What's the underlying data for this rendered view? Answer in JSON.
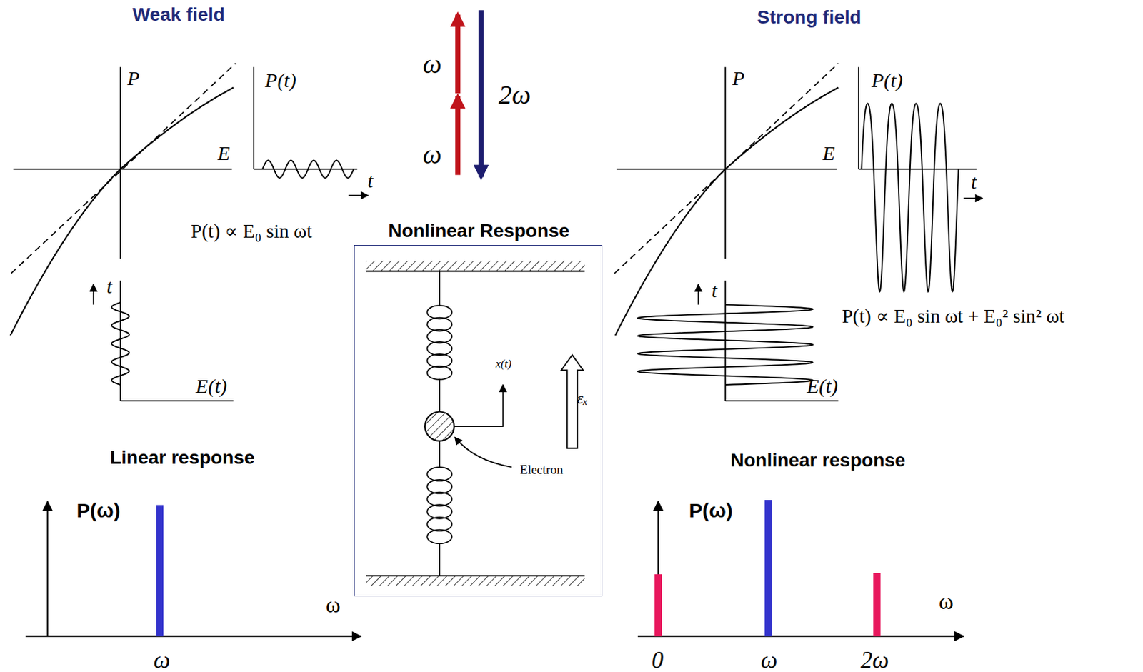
{
  "diagram": {
    "nodes": [
      {
        "text": [
          "Nonlinear Response",
          "x(t)",
          "εₓ",
          "Electron"
        ]
      }
    ],
    "labels": [
      "Weak field",
      "P",
      "E",
      "P(t)",
      "t",
      "P(t) ∝ E₀ sin ωt",
      "t",
      "E(t)",
      "Linear response",
      "P(ω)",
      "ω",
      "ω",
      "ω",
      "ω",
      "2ω",
      "Strong field",
      "P",
      "E",
      "P(t)",
      "t",
      "P(t) ∝ E₀ sin ωt + E₀² sin² ωt",
      "t",
      "E(t)",
      "Nonlinear response",
      "P(ω)",
      "ω",
      "0",
      "ω",
      "2ω"
    ]
  }
}
